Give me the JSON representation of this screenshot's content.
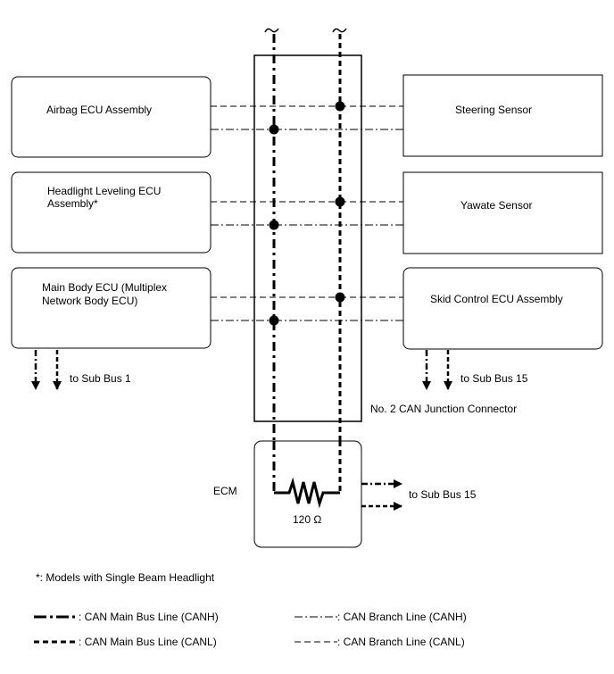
{
  "ecus": {
    "airbag": "Airbag ECU Assembly",
    "headlight": [
      "Headlight Leveling ECU",
      "Assembly*"
    ],
    "main_body": [
      "Main Body ECU (Multiplex",
      "Network Body ECU)"
    ],
    "steering": "Steering Sensor",
    "yawrate": "Yawate Sensor",
    "skid": "Skid Control ECU Assembly",
    "ecm": "ECM"
  },
  "junction_label": "No. 2 CAN Junction Connector",
  "resistor_label": "120 Ω",
  "sub_bus": {
    "left": "to Sub Bus 1",
    "right": "to Sub Bus 15",
    "ecm": "to Sub Bus 15"
  },
  "footnote": "*: Models with Single Beam Headlight",
  "legend": {
    "main_canh": ": CAN Main Bus Line (CANH)",
    "main_canl": ": CAN Main Bus Line (CANL)",
    "branch_canh": ": CAN Branch Line (CANH)",
    "branch_canl": ": CAN Branch Line (CANL)"
  }
}
